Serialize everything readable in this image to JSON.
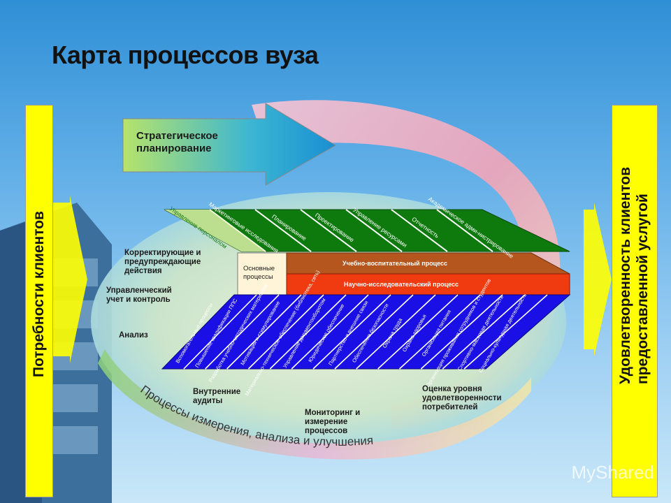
{
  "title": "Карта процессов вуза",
  "left_bar": "Потребности клиентов",
  "right_bar_line1": "Удовлетворенность клиентов",
  "right_bar_line2": "предоставленной услугой",
  "strategic_line1": "Стратегическое",
  "strategic_line2": "планирование",
  "main_label_line1": "Основные",
  "main_label_line2": "процессы",
  "main_processes": [
    "Учебно-воспитательный процесс",
    "Научно-исследовательский процесс"
  ],
  "management_processes": [
    "Управление персоналом",
    "Маркетинговые исследования",
    "Планирование",
    "Проектирование",
    "Управление ресурсами",
    "Отчетность",
    "Академическое адми-нистрирование"
  ],
  "support_processes": [
    "Вспомогательные процессы",
    "Повышение квалификации ППС",
    "Разработка учебно-методических материалов",
    "Мотивация и стимулирование",
    "Материально-техническое обеспечение (библиотека, сеть)",
    "Управление документооборотом",
    "Юридическое обеспечение",
    "Партнерство и внешние связи",
    "Обеспечение безопасности",
    "Охрана труда",
    "Охрана здоровья",
    "Организация питания",
    "Организация проживания сотрудников и студентов",
    "Спортивно-массовая деятельность",
    "Социально-культурная деятельность"
  ],
  "left_labels": [
    "Корректирующие и предупреждающие действия",
    "Управленческий учет и контроль",
    "Анализ"
  ],
  "bottom_labels": [
    "Внутренние аудиты",
    "Мониторинг и измерение процессов",
    "Оценка уровня удовлетворенности потребителей"
  ],
  "arc_text": "Процессы измерения, анализа и улучшения",
  "watermark": "MyShared",
  "colors": {
    "yellow": "#ffff00",
    "management_green": "#0e7a0e",
    "support_blue": "#1a10e6",
    "educational_brown": "#b5561e",
    "research_red": "#f03a10"
  }
}
